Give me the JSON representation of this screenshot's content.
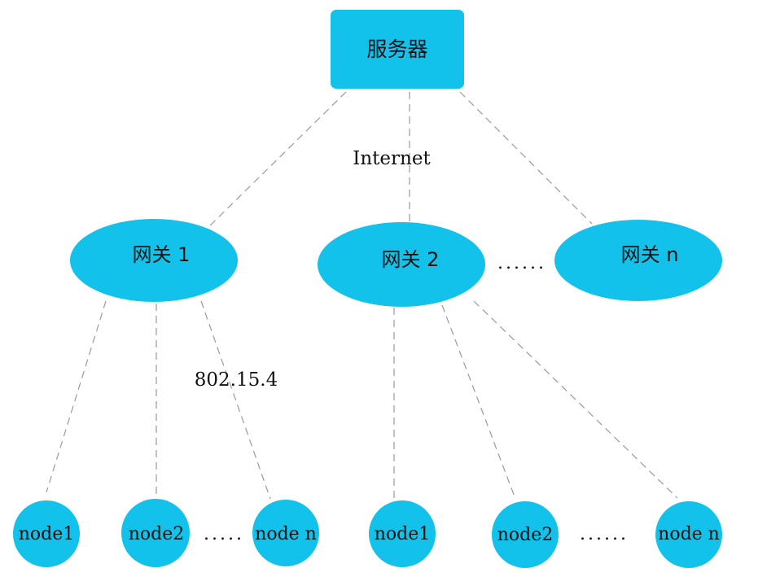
{
  "server": {
    "label": "服务器"
  },
  "internet_label": "Internet",
  "protocol_label": "802.15.4",
  "gateways": [
    {
      "label": "网关 1"
    },
    {
      "label": "网关 2"
    },
    {
      "label": "网关  n"
    }
  ],
  "gateway_ellipsis": "......",
  "groups": [
    {
      "nodes": [
        {
          "label": "node1"
        },
        {
          "label": "node2"
        },
        {
          "label": "node n"
        }
      ],
      "ellipsis": "....."
    },
    {
      "nodes": [
        {
          "label": "node1"
        },
        {
          "label": "node2"
        },
        {
          "label": "node n"
        }
      ],
      "ellipsis": "......"
    }
  ],
  "colors": {
    "fill": "#12c2ea",
    "link": "#9a9a9a",
    "text": "#111111"
  }
}
